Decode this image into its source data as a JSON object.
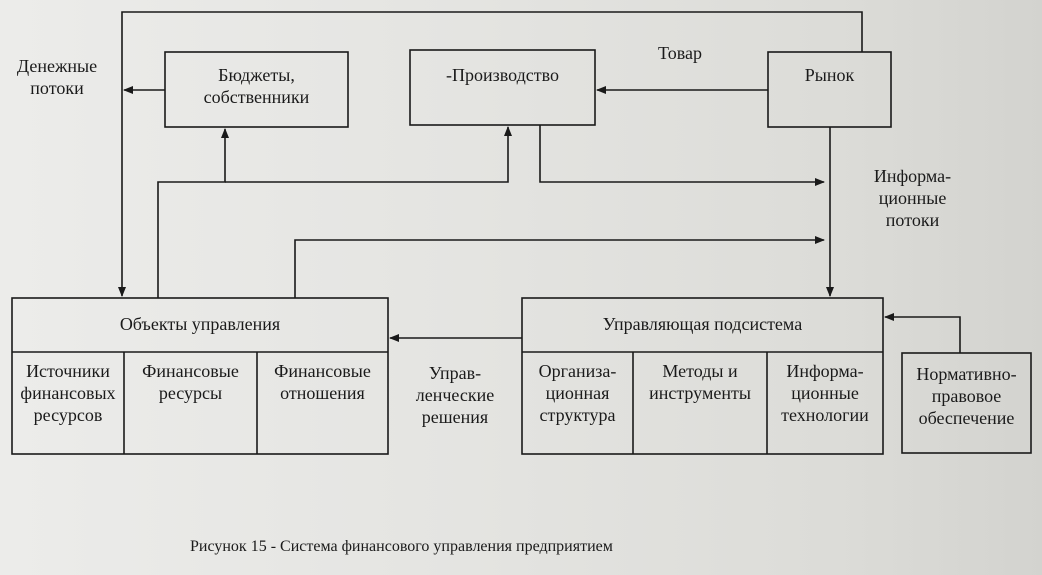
{
  "diagram": {
    "edge_labels": {
      "cash_flows": [
        "Денежные",
        "потоки"
      ],
      "goods": "Товар",
      "info_flows": [
        "Информа-",
        "ционные",
        "потоки"
      ],
      "mgmt_decisions": [
        "Управ-",
        "ленческие",
        "решения"
      ]
    },
    "nodes": {
      "budgets": [
        "Бюджеты,",
        "собственники"
      ],
      "production": "-Производство",
      "market": "Рынок",
      "objects": "Объекты управления",
      "sources": [
        "Источники",
        "финансовых",
        "ресурсов"
      ],
      "resources": [
        "Финансовые",
        "ресурсы"
      ],
      "relations": [
        "Финансовые",
        "отношения"
      ],
      "subsystem": "Управляющая подсистема",
      "org": [
        "Организа-",
        "ционная",
        "структура"
      ],
      "methods": [
        "Методы и",
        "инструменты"
      ],
      "infotech": [
        "Информа-",
        "ционные",
        "технологии"
      ],
      "legal": [
        "Нормативно-",
        "правовое",
        "обеспечение"
      ]
    }
  },
  "caption": "Рисунок 15 - Система финансового управления предприятием",
  "colors": {
    "ink": "#1a1a1a",
    "paper": "#e6e6e3"
  }
}
